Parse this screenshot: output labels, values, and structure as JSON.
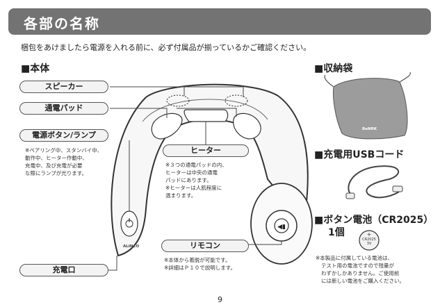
{
  "header": {
    "title": "各部の名称"
  },
  "intro_text": "梱包をあけましたら電源を入れる前に、必ず付属品が揃っているかご確認ください。",
  "sections": {
    "main_unit": "■本体",
    "storage_bag": "■収納袋",
    "usb_cord": "■充電用USBコード",
    "battery": "■ボタン電池（CR2025）",
    "battery_qty": "1個"
  },
  "labels": {
    "speaker": "スピーカー",
    "pad": "通電パッド",
    "power_lamp": "電源ボタン/ランプ",
    "heater": "ヒーター",
    "remote": "リモコン",
    "charge_port": "充電口"
  },
  "notes": {
    "lamp": [
      "※ペアリング中、スタンバイ中、",
      "動作中、ヒーター作動中、",
      "充電中、及び充電が必要",
      "な際にランプが光ります。"
    ],
    "heater": [
      "※３つの通電パッドの内、",
      "ヒーターは中央の通電",
      "パッドにあります。",
      "※ヒーターは人肌程度に",
      "温まります。"
    ],
    "remote": [
      "※本体から着脱が可能です。",
      "※詳細はＰ１０で説明します。"
    ],
    "battery": [
      "※本製品に付属している電池は、",
      "テスト用の電池ですので残量が",
      "わずかしかありません。ご使用前",
      "には新しい電池をご購入ください。"
    ]
  },
  "product_marks": {
    "device_logo": "ALINCO",
    "bag_logo": "BeNRK",
    "cell_plus": "+",
    "cell_model": "CR2025",
    "cell_voltage": "3V"
  },
  "page_number": "9"
}
